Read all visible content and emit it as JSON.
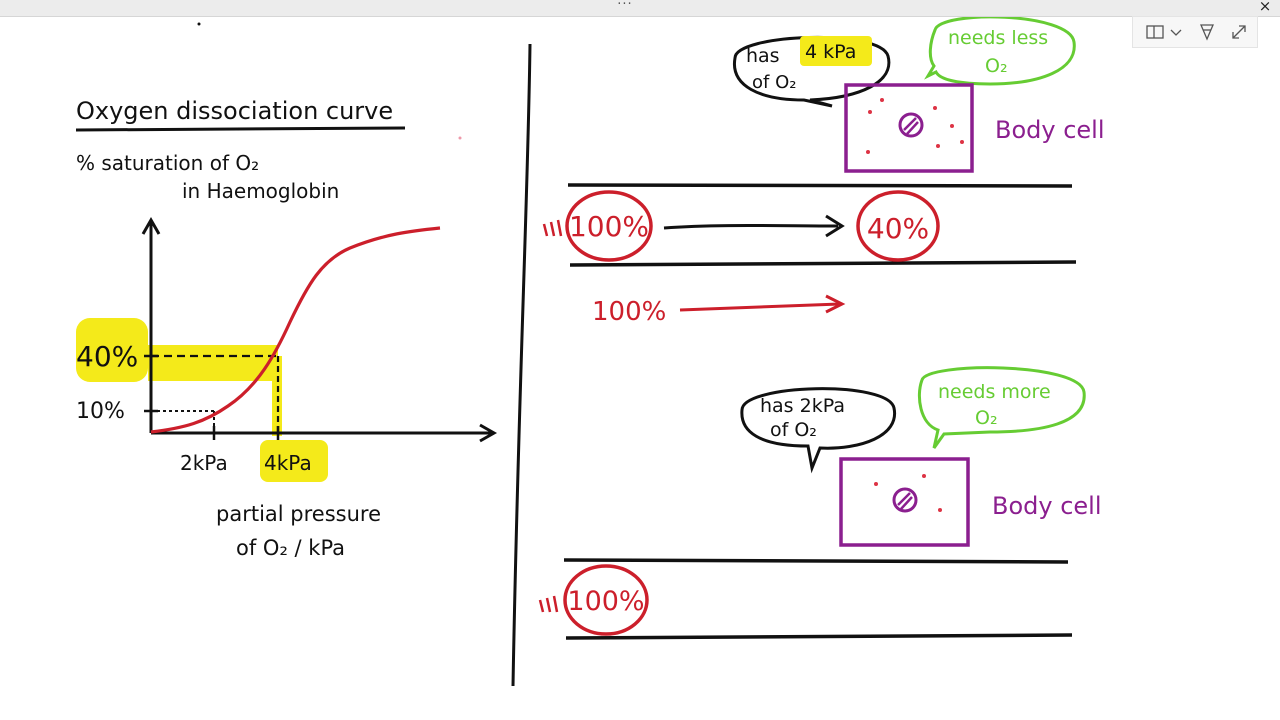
{
  "window": {
    "grip_icon": "ellipsis-icon",
    "close_glyph": "×",
    "toolbar": {
      "view_icon": "panel-view-icon",
      "dropdown_icon": "chevron-down-icon",
      "filter_icon": "filter-icon",
      "expand_icon": "expand-icon"
    }
  },
  "colors": {
    "ink": "#111111",
    "red": "#cc1f2b",
    "yellow": "#f4ea1a",
    "green": "#66cc33",
    "purple": "#8b1f8f",
    "red_dot": "#dd3344"
  },
  "left_panel": {
    "title": "Oxygen dissociation curve",
    "y_axis_label_line1": "% saturation of O₂",
    "y_axis_label_line2": "in Haemoglobin",
    "x_axis_label_line1": "partial pressure",
    "x_axis_label_line2": "of O₂ / kPa",
    "tick_y_40": "40%",
    "tick_y_10": "10%",
    "tick_x_2": "2kPa",
    "tick_x_4": "4kPa"
  },
  "chart_data": {
    "type": "line",
    "title": "Oxygen dissociation curve",
    "xlabel": "partial pressure of O₂ / kPa",
    "ylabel": "% saturation of O₂ in Haemoglobin",
    "highlighted_points": [
      {
        "x_label": "2kPa",
        "y_label": "10%"
      },
      {
        "x_label": "4kPa",
        "y_label": "40%"
      }
    ],
    "curve_shape": "sigmoid",
    "grid": false
  },
  "right_top": {
    "bubble_text_line1": "has",
    "bubble_highlight": "4 kPa",
    "bubble_text_line2": "of O₂",
    "green_bubble_line1": "needs less",
    "green_bubble_line2": "O₂",
    "cell_label": "Body cell",
    "start_saturation": "100%",
    "end_saturation": "40%",
    "flow_label": "100%"
  },
  "right_bottom": {
    "bubble_line1": "has 2kPa",
    "bubble_line2": "of O₂",
    "green_bubble_line1": "needs more",
    "green_bubble_line2": "O₂",
    "cell_label": "Body cell",
    "start_saturation": "100%"
  }
}
